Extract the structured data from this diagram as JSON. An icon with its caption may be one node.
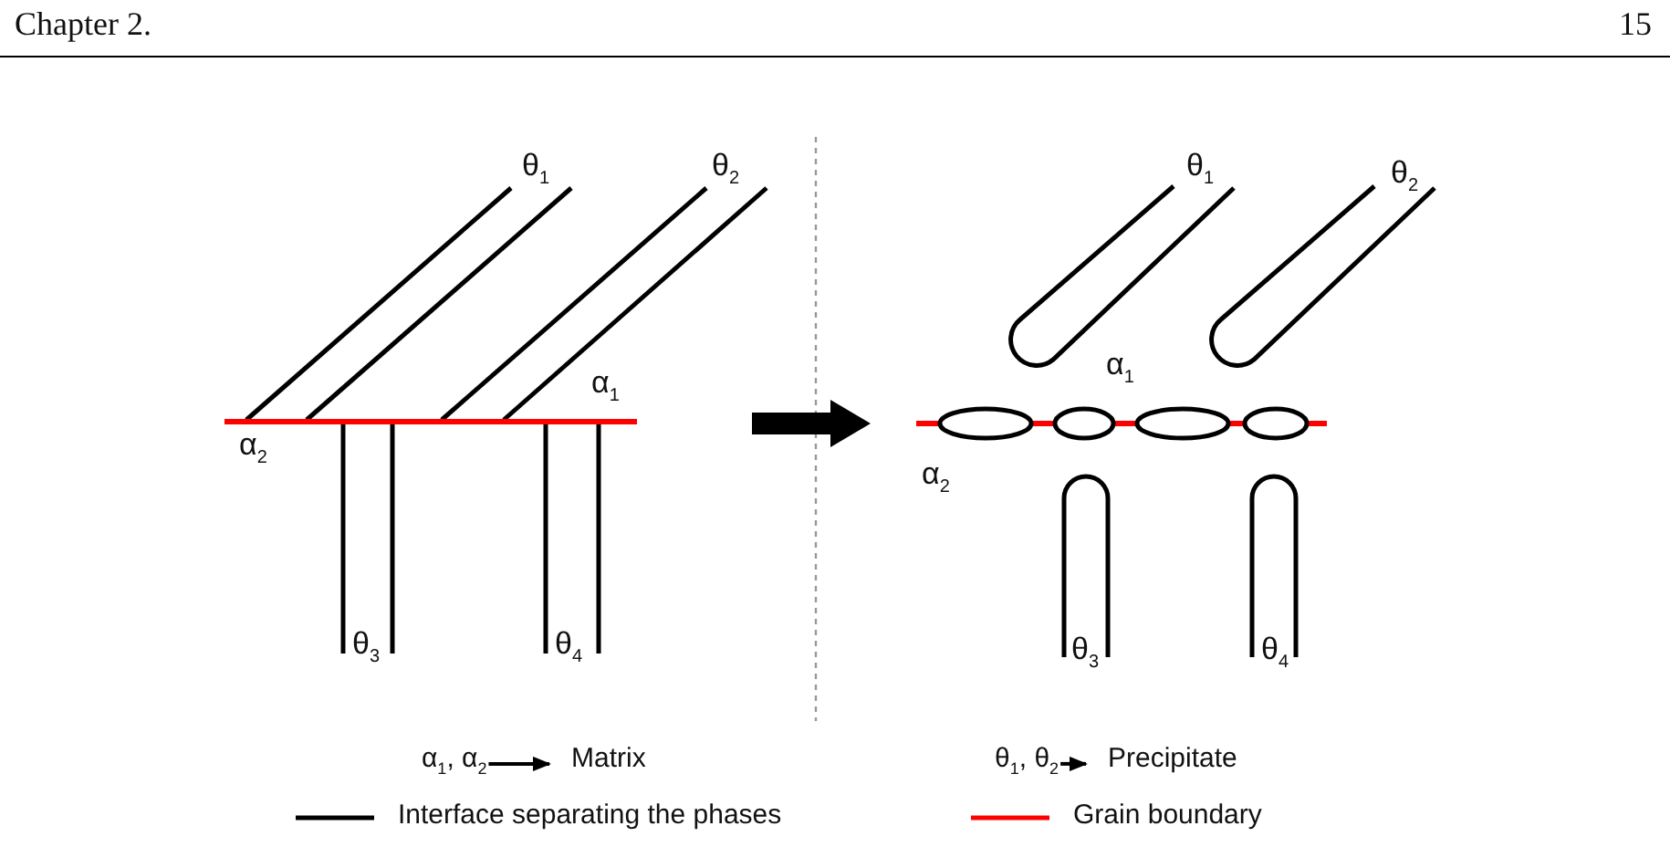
{
  "diagram": {
    "nodes": [
      {
        "text": [
          "α$_{1}$, α$_{2}$"
        ]
      },
      {
        "text": [
          "Matrix"
        ]
      },
      {
        "text": [
          "θ$_{1}$, θ$_{2}$"
        ]
      },
      {
        "text": [
          "Precipitate"
        ]
      }
    ],
    "edges": [
      {
        "from": 0,
        "to": 1,
        "arrow": "to"
      },
      {
        "from": 2,
        "to": 3,
        "arrow": "to"
      }
    ],
    "labels": [
      "Chapter 2.",
      "15",
      "θ$_{1}$",
      "θ$_{2}$",
      "α$_{1}$",
      "α$_{2}$",
      "θ$_{3}$",
      "θ$_{4}$",
      "θ$_{1}$",
      "θ$_{2}$",
      "α$_{1}$",
      "α$_{2}$",
      "θ$_{3}$",
      "θ$_{4}$"
    ],
    "legend": [
      {
        "text": "Interface separating the phases"
      },
      {
        "text": "Grain boundary"
      }
    ]
  }
}
